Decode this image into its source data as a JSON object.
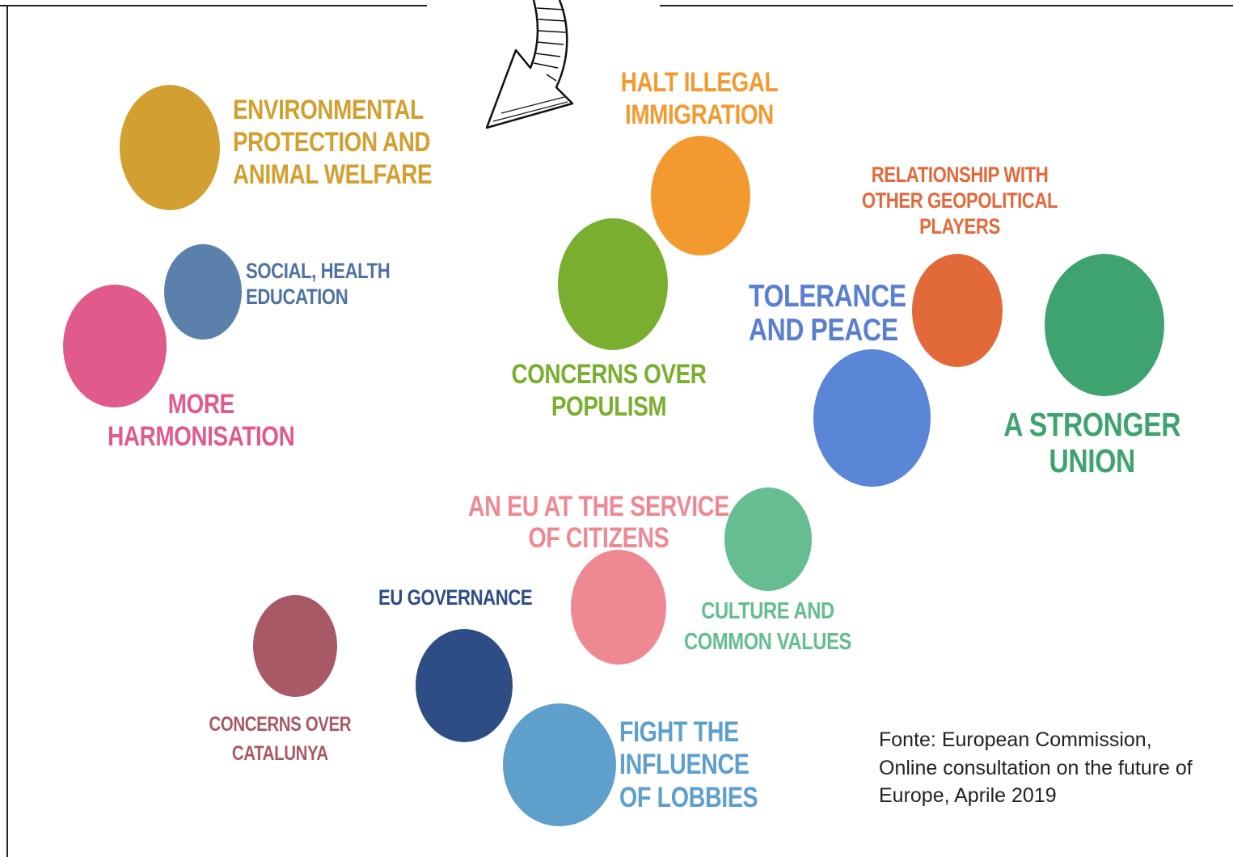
{
  "topics": [
    {
      "id": "environment",
      "label": "ENVIRONMENTAL\nPROTECTION AND\nANIMAL WELFARE",
      "color": "#d1a031",
      "text_color": "#d1a031"
    },
    {
      "id": "social-health",
      "label": "SOCIAL, HEALTH\nEDUCATION",
      "color": "#5b80ab",
      "text_color": "#4f73a0"
    },
    {
      "id": "harmonisation",
      "label": "MORE\nHARMONISATION",
      "color": "#e05a8c",
      "text_color": "#e05a8c"
    },
    {
      "id": "immigration",
      "label": "HALT ILLEGAL\nIMMIGRATION",
      "color": "#f29a30",
      "text_color": "#f29a30"
    },
    {
      "id": "populism",
      "label": "CONCERNS OVER\nPOPULISM",
      "color": "#7aae2e",
      "text_color": "#7aae2e"
    },
    {
      "id": "geopolitics",
      "label": "RELATIONSHIP WITH\nOTHER GEOPOLITICAL\nPLAYERS",
      "color": "#e2693a",
      "text_color": "#e2693a"
    },
    {
      "id": "tolerance",
      "label": "TOLERANCE\nAND PEACE",
      "color": "#5b85d6",
      "text_color": "#5b7fcf"
    },
    {
      "id": "stronger-union",
      "label": "A STRONGER\nUNION",
      "color": "#3fa370",
      "text_color": "#3fa370"
    },
    {
      "id": "service-citizens",
      "label": "AN EU AT THE SERVICE\nOF CITIZENS",
      "color": "#ee8994",
      "text_color": "#ee8994"
    },
    {
      "id": "culture",
      "label": "CULTURE AND\nCOMMON VALUES",
      "color": "#66bd92",
      "text_color": "#66bd92"
    },
    {
      "id": "governance",
      "label": "EU GOVERNANCE",
      "color": "#2f4d85",
      "text_color": "#2f4d85"
    },
    {
      "id": "catalunya",
      "label": "CONCERNS OVER\nCATALUNYA",
      "color": "#a95966",
      "text_color": "#a95966"
    },
    {
      "id": "lobbies",
      "label": "FIGHT THE\nINFLUENCE\nOF LOBBIES",
      "color": "#5f9fcc",
      "text_color": "#5f9fcc"
    }
  ],
  "source": "Fonte: European Commission,\nOnline consultation on the future of\nEurope, Aprile 2019"
}
